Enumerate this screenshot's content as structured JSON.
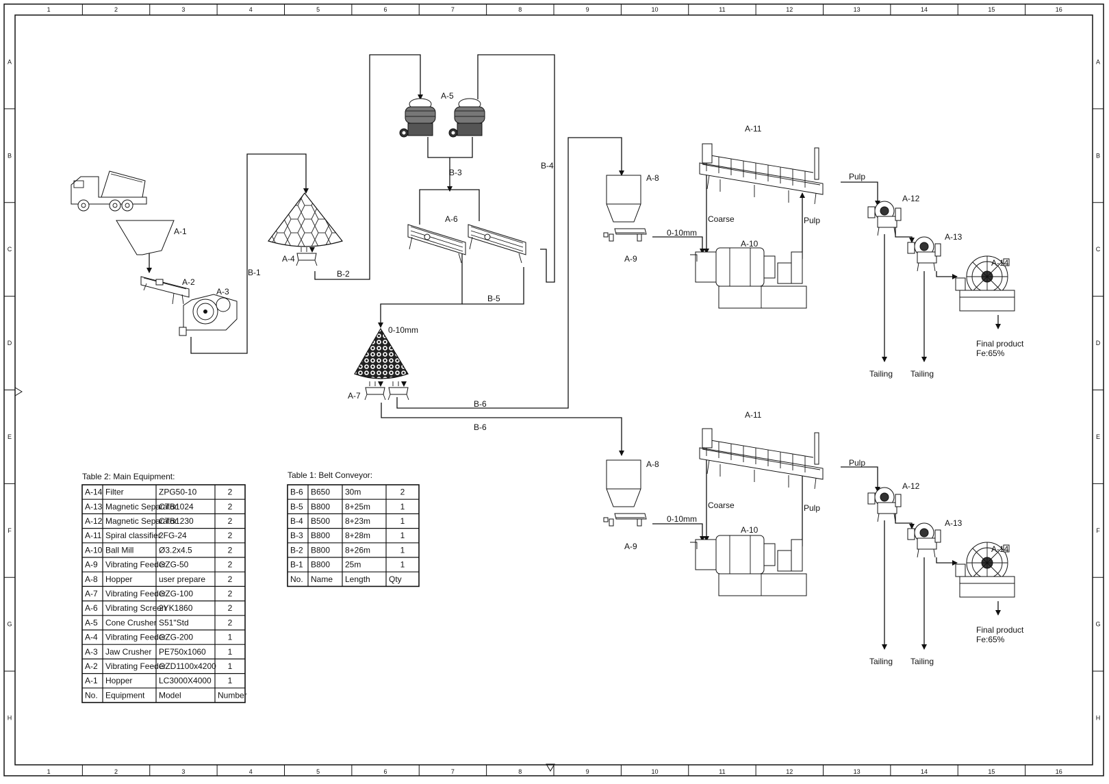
{
  "border": {
    "columns": [
      "1",
      "2",
      "3",
      "4",
      "5",
      "6",
      "7",
      "8",
      "9",
      "10",
      "11",
      "12",
      "13",
      "14",
      "15",
      "16"
    ],
    "rows": [
      "A",
      "B",
      "C",
      "D",
      "E",
      "F",
      "G",
      "H"
    ]
  },
  "flow": {
    "belts": {
      "b1": "B-1",
      "b2": "B-2",
      "b3": "B-3",
      "b4": "B-4",
      "b5": "B-5",
      "b6": "B-6"
    },
    "size": "0-10mm",
    "coarse": "Coarse",
    "pulp": "Pulp",
    "tailing": "Tailing",
    "final1": "Final product",
    "final2": "Fe:65%"
  },
  "equipment_tags": {
    "a1": "A-1",
    "a2": "A-2",
    "a3": "A-3",
    "a4": "A-4",
    "a5": "A-5",
    "a6": "A-6",
    "a7": "A-7",
    "a8": "A-8",
    "a9": "A-9",
    "a10": "A-10",
    "a11": "A-11",
    "a12": "A-12",
    "a13": "A-13",
    "a14": "A-14"
  },
  "table2": {
    "title": "Table 2: Main Equipment:",
    "rows": [
      {
        "id": "A-14",
        "equipment": "Filter",
        "model": "ZPG50-10",
        "number": "2"
      },
      {
        "id": "A-13",
        "equipment": "Magnetic Separator",
        "model": "CTB1024",
        "number": "2"
      },
      {
        "id": "A-12",
        "equipment": "Magnetic Separator",
        "model": "CTB1230",
        "number": "2"
      },
      {
        "id": "A-11",
        "equipment": "Spiral classifier",
        "model": "2FG-24",
        "number": "2"
      },
      {
        "id": "A-10",
        "equipment": "Ball Mill",
        "model": "Ø3.2x4.5",
        "number": "2"
      },
      {
        "id": "A-9",
        "equipment": "Vibrating Feeder",
        "model": "GZG-50",
        "number": "2"
      },
      {
        "id": "A-8",
        "equipment": "Hopper",
        "model": "user prepare",
        "number": "2"
      },
      {
        "id": "A-7",
        "equipment": "Vibrating Feeder",
        "model": "GZG-100",
        "number": "2"
      },
      {
        "id": "A-6",
        "equipment": "Vibrating Screen",
        "model": "2YK1860",
        "number": "2"
      },
      {
        "id": "A-5",
        "equipment": "Cone Crusher",
        "model": "S51\"Std",
        "number": "2"
      },
      {
        "id": "A-4",
        "equipment": "Vibrating Feeder",
        "model": "GZG-200",
        "number": "1"
      },
      {
        "id": "A-3",
        "equipment": "Jaw Crusher",
        "model": "PE750x1060",
        "number": "1"
      },
      {
        "id": "A-2",
        "equipment": "Vibrating Feeder",
        "model": "GZD1100x4200",
        "number": "1"
      },
      {
        "id": "A-1",
        "equipment": "Hopper",
        "model": "LC3000X4000",
        "number": "1"
      }
    ],
    "header": {
      "id": "No.",
      "equipment": "Equipment",
      "model": "Model",
      "number": "Number"
    }
  },
  "table1": {
    "title": "Table 1: Belt Conveyor:",
    "rows": [
      {
        "no": "B-6",
        "name": "B650",
        "length": "30m",
        "qty": "2"
      },
      {
        "no": "B-5",
        "name": "B800",
        "length": "8+25m",
        "qty": "1"
      },
      {
        "no": "B-4",
        "name": "B500",
        "length": "8+23m",
        "qty": "1"
      },
      {
        "no": "B-3",
        "name": "B800",
        "length": "8+28m",
        "qty": "1"
      },
      {
        "no": "B-2",
        "name": "B800",
        "length": "8+26m",
        "qty": "1"
      },
      {
        "no": "B-1",
        "name": "B800",
        "length": "25m",
        "qty": "1"
      }
    ],
    "header": {
      "no": "No.",
      "name": "Name",
      "length": "Length",
      "qty": "Qty"
    }
  }
}
